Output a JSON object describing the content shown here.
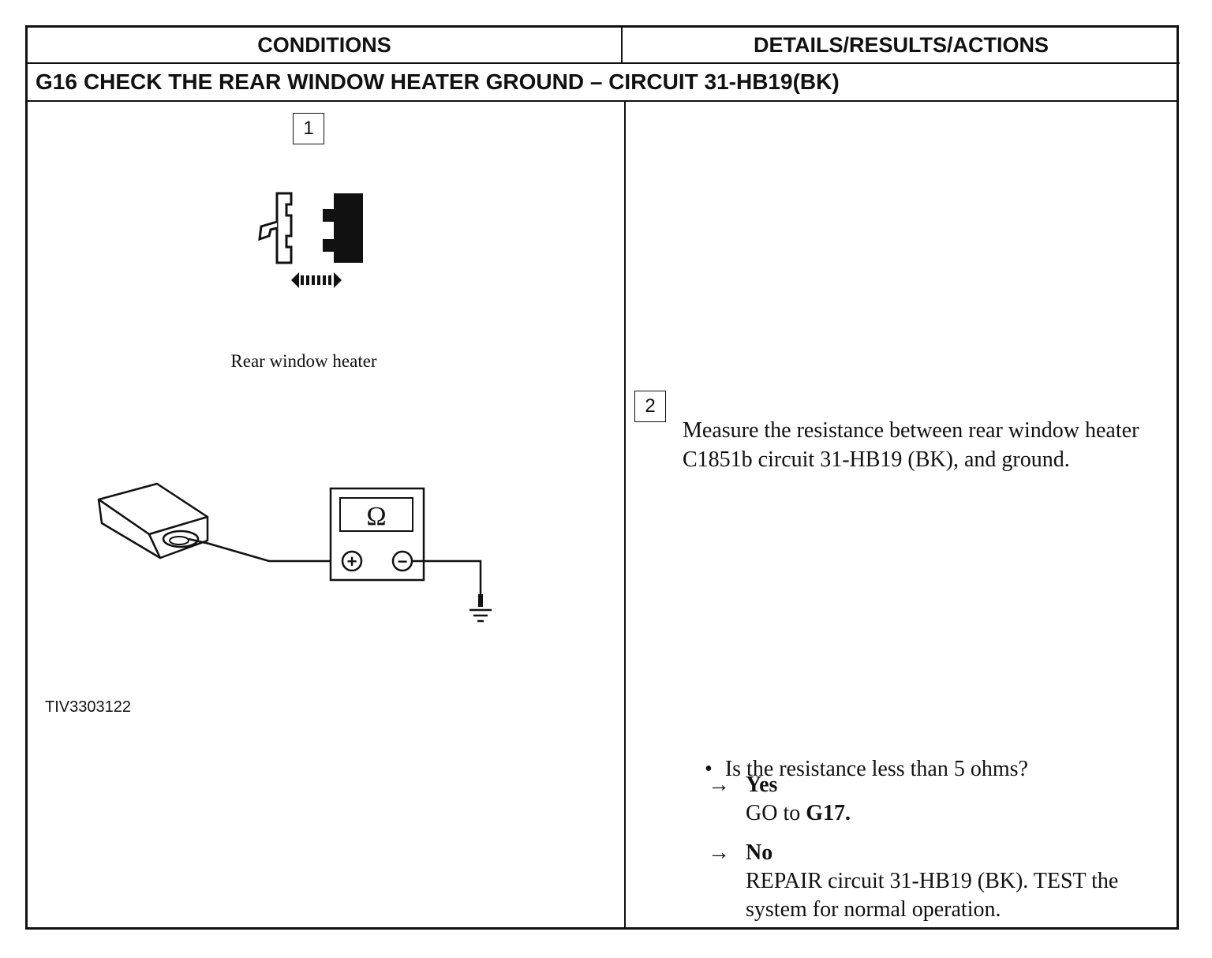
{
  "header": {
    "conditions": "CONDITIONS",
    "details": "DETAILS/RESULTS/ACTIONS"
  },
  "test": {
    "id": "G16",
    "title": "CHECK THE REAR WINDOW HEATER GROUND – CIRCUIT 31-HB19(BK)"
  },
  "conditions": {
    "step1_number": "1",
    "connector_caption": "Rear window heater",
    "meter_symbol": "Ω",
    "meter_plus": "+",
    "meter_minus": "−",
    "figure_id": "TIV3303122"
  },
  "details": {
    "step2_number": "2",
    "measure_text": "Measure the resistance between rear window heater C1851b circuit 31-HB19 (BK), and ground.",
    "question": "Is the resistance less than 5 ohms?",
    "bullet": "•",
    "answers": [
      {
        "arrow": "→",
        "label": "Yes",
        "action_prefix": "GO to ",
        "action_bold": "G17."
      },
      {
        "arrow": "→",
        "label": "No",
        "action_text": "REPAIR circuit 31-HB19 (BK). TEST the system for normal operation."
      }
    ]
  }
}
